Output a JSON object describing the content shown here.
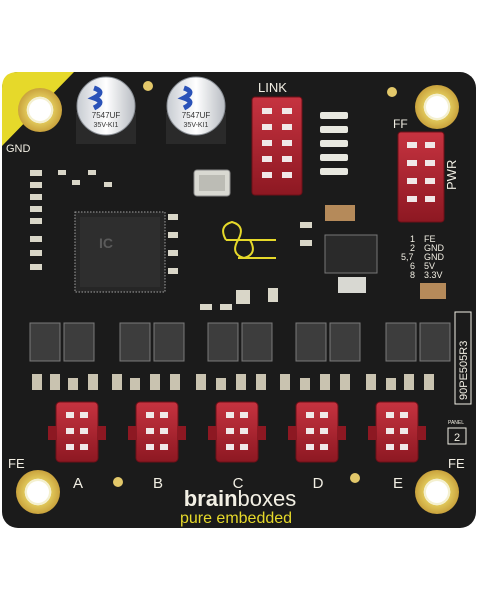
{
  "silkscreen": {
    "link": "LINK",
    "pwr": "PWR",
    "gnd": "GND",
    "ff": "FF",
    "fe_left": "FE",
    "fe_right": "FE",
    "port_a": "A",
    "port_b": "B",
    "port_c": "C",
    "port_d": "D",
    "port_e": "E",
    "part_number": "90PE505R3",
    "panel_label": "PANEL",
    "panel_number": "2",
    "pwr_1": "1",
    "pwr_1_sig": "FE",
    "pwr_2": "2",
    "pwr_2_sig": "GND",
    "pwr_5_7": "5,7",
    "pwr_5_7_sig": "GND",
    "pwr_6": "6",
    "pwr_6_sig": "5V",
    "pwr_8": "8",
    "pwr_8_sig": "3.3V"
  },
  "capacitors": [
    {
      "rating": "7547UF",
      "voltage": "35V-KI1"
    },
    {
      "rating": "7547UF",
      "voltage": "35V-KI1"
    }
  ],
  "brand": {
    "name_bold": "brain",
    "name_light": "boxes",
    "tagline": "pure embedded"
  },
  "colors": {
    "pcb": "#1c1c1c",
    "accent_yellow": "#e6d92a",
    "gold_pad": "#d9b95a",
    "connector_red": "#b5232f",
    "silkscreen": "#f2efe4"
  }
}
